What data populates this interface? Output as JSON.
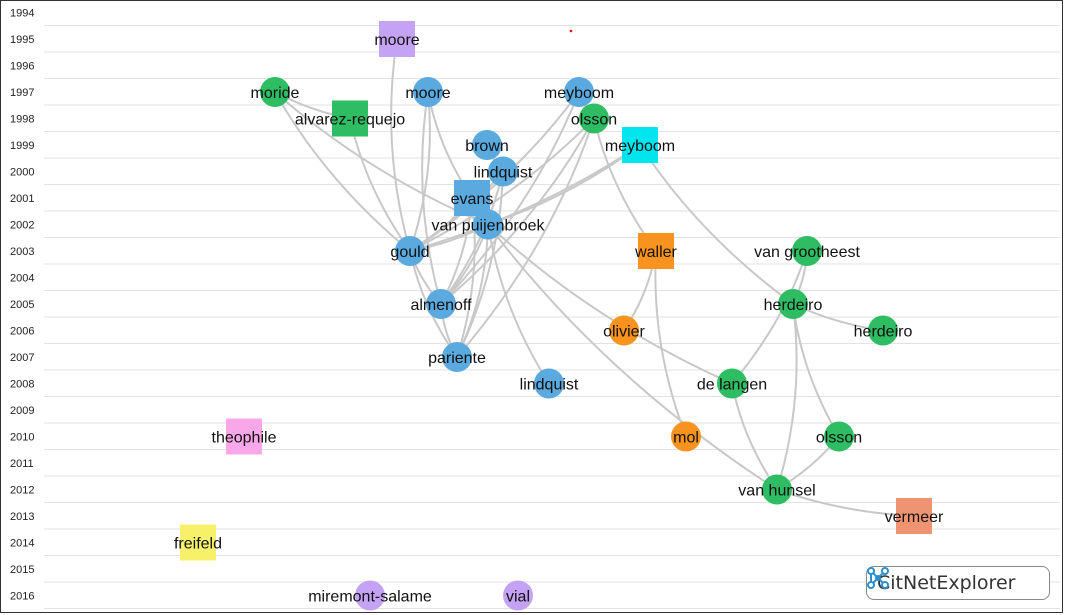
{
  "years": [
    "1994",
    "1995",
    "1996",
    "1997",
    "1998",
    "1999",
    "2000",
    "2001",
    "2002",
    "2003",
    "2004",
    "2005",
    "2006",
    "2007",
    "2008",
    "2009",
    "2010",
    "2011",
    "2012",
    "2013",
    "2014",
    "2015",
    "2016"
  ],
  "colors": {
    "green": "#2ebd63",
    "blue": "#5aa9df",
    "purple": "#c4a3f5",
    "cyan": "#00e5ee",
    "orange": "#f7931e",
    "pink": "#f8a8e8",
    "yellow": "#f7f06a",
    "salmon": "#ee9472",
    "edge": "#c8c8c8"
  },
  "nodes": [
    {
      "id": "moore1995",
      "label": "moore",
      "year": "1995",
      "shape": "square",
      "color": "purple"
    },
    {
      "id": "moride1997",
      "label": "moride",
      "year": "1997",
      "shape": "circle",
      "color": "green"
    },
    {
      "id": "moore1997",
      "label": "moore",
      "year": "1997",
      "shape": "circle",
      "color": "blue"
    },
    {
      "id": "meyboom1997",
      "label": "meyboom",
      "year": "1997",
      "shape": "circle",
      "color": "blue"
    },
    {
      "id": "alvarez1998",
      "label": "alvarez-requejo",
      "year": "1998",
      "shape": "square",
      "color": "green"
    },
    {
      "id": "olsson1998",
      "label": "olsson",
      "year": "1998",
      "shape": "circle",
      "color": "green"
    },
    {
      "id": "brown1999",
      "label": "brown",
      "year": "1999",
      "shape": "circle",
      "color": "blue"
    },
    {
      "id": "meyboom1999",
      "label": "meyboom",
      "year": "1999",
      "shape": "square",
      "color": "cyan"
    },
    {
      "id": "lindquist2000",
      "label": "lindquist",
      "year": "2000",
      "shape": "circle",
      "color": "blue"
    },
    {
      "id": "evans2001",
      "label": "evans",
      "year": "2001",
      "shape": "square",
      "color": "blue"
    },
    {
      "id": "vanpuijenbroek2002",
      "label": "van puijenbroek",
      "year": "2002",
      "shape": "circle",
      "color": "blue"
    },
    {
      "id": "gould2003",
      "label": "gould",
      "year": "2003",
      "shape": "circle",
      "color": "blue"
    },
    {
      "id": "waller2003",
      "label": "waller",
      "year": "2003",
      "shape": "square",
      "color": "orange"
    },
    {
      "id": "vangrootheest2003",
      "label": "van grootheest",
      "year": "2003",
      "shape": "circle",
      "color": "green"
    },
    {
      "id": "almenoff2005",
      "label": "almenoff",
      "year": "2005",
      "shape": "circle",
      "color": "blue"
    },
    {
      "id": "herdeiro2005",
      "label": "herdeiro",
      "year": "2005",
      "shape": "circle",
      "color": "green"
    },
    {
      "id": "olivier2006",
      "label": "olivier",
      "year": "2006",
      "shape": "circle",
      "color": "orange"
    },
    {
      "id": "herdeiro2006",
      "label": "herdeiro",
      "year": "2006",
      "shape": "circle",
      "color": "green"
    },
    {
      "id": "pariente2007",
      "label": "pariente",
      "year": "2007",
      "shape": "circle",
      "color": "blue"
    },
    {
      "id": "lindquist2008",
      "label": "lindquist",
      "year": "2008",
      "shape": "circle",
      "color": "blue"
    },
    {
      "id": "delangen2008",
      "label": "de langen",
      "year": "2008",
      "shape": "circle",
      "color": "green"
    },
    {
      "id": "theophile2010",
      "label": "theophile",
      "year": "2010",
      "shape": "square",
      "color": "pink"
    },
    {
      "id": "mol2010",
      "label": "mol",
      "year": "2010",
      "shape": "circle",
      "color": "orange"
    },
    {
      "id": "olsson2010",
      "label": "olsson",
      "year": "2010",
      "shape": "circle",
      "color": "green"
    },
    {
      "id": "vanhunsel2012",
      "label": "van hunsel",
      "year": "2012",
      "shape": "circle",
      "color": "green"
    },
    {
      "id": "vermeer2013",
      "label": "vermeer",
      "year": "2013",
      "shape": "square",
      "color": "salmon"
    },
    {
      "id": "freifeld2014",
      "label": "freifeld",
      "year": "2014",
      "shape": "square",
      "color": "yellow"
    },
    {
      "id": "miremont2016",
      "label": "miremont-salame",
      "year": "2016",
      "shape": "circle",
      "color": "purple"
    },
    {
      "id": "vial2016",
      "label": "vial",
      "year": "2016",
      "shape": "circle",
      "color": "purple"
    }
  ],
  "edges": [
    [
      "moride1997",
      "alvarez1998"
    ],
    [
      "moride1997",
      "gould2003"
    ],
    [
      "moride1997",
      "vanpuijenbroek2002"
    ],
    [
      "alvarez1998",
      "gould2003"
    ],
    [
      "moore1995",
      "gould2003"
    ],
    [
      "moore1997",
      "gould2003"
    ],
    [
      "moore1997",
      "almenoff2005"
    ],
    [
      "moore1997",
      "evans2001"
    ],
    [
      "meyboom1997",
      "olsson1998"
    ],
    [
      "meyboom1997",
      "gould2003"
    ],
    [
      "meyboom1997",
      "almenoff2005"
    ],
    [
      "olsson1998",
      "gould2003"
    ],
    [
      "olsson1998",
      "almenoff2005"
    ],
    [
      "olsson1998",
      "waller2003"
    ],
    [
      "olsson1998",
      "pariente2007"
    ],
    [
      "meyboom1999",
      "gould2003"
    ],
    [
      "meyboom1999",
      "vanpuijenbroek2002"
    ],
    [
      "meyboom1999",
      "herdeiro2005"
    ],
    [
      "brown1999",
      "lindquist2000"
    ],
    [
      "lindquist2000",
      "almenoff2005"
    ],
    [
      "lindquist2000",
      "pariente2007"
    ],
    [
      "lindquist2000",
      "gould2003"
    ],
    [
      "evans2001",
      "gould2003"
    ],
    [
      "evans2001",
      "almenoff2005"
    ],
    [
      "evans2001",
      "pariente2007"
    ],
    [
      "vanpuijenbroek2002",
      "gould2003"
    ],
    [
      "vanpuijenbroek2002",
      "almenoff2005"
    ],
    [
      "vanpuijenbroek2002",
      "pariente2007"
    ],
    [
      "vanpuijenbroek2002",
      "lindquist2008"
    ],
    [
      "vanpuijenbroek2002",
      "delangen2008"
    ],
    [
      "vanpuijenbroek2002",
      "vanhunsel2012"
    ],
    [
      "gould2003",
      "almenoff2005"
    ],
    [
      "gould2003",
      "pariente2007"
    ],
    [
      "almenoff2005",
      "pariente2007"
    ],
    [
      "waller2003",
      "olivier2006"
    ],
    [
      "waller2003",
      "mol2010"
    ],
    [
      "vangrootheest2003",
      "herdeiro2005"
    ],
    [
      "vangrootheest2003",
      "delangen2008"
    ],
    [
      "herdeiro2005",
      "herdeiro2006"
    ],
    [
      "herdeiro2005",
      "olsson2010"
    ],
    [
      "herdeiro2005",
      "vanhunsel2012"
    ],
    [
      "delangen2008",
      "vanhunsel2012"
    ],
    [
      "olsson2010",
      "vanhunsel2012"
    ],
    [
      "vanhunsel2012",
      "vermeer2013"
    ]
  ],
  "logo": {
    "text": "CitNetExplorer",
    "icon": "network-icon"
  }
}
